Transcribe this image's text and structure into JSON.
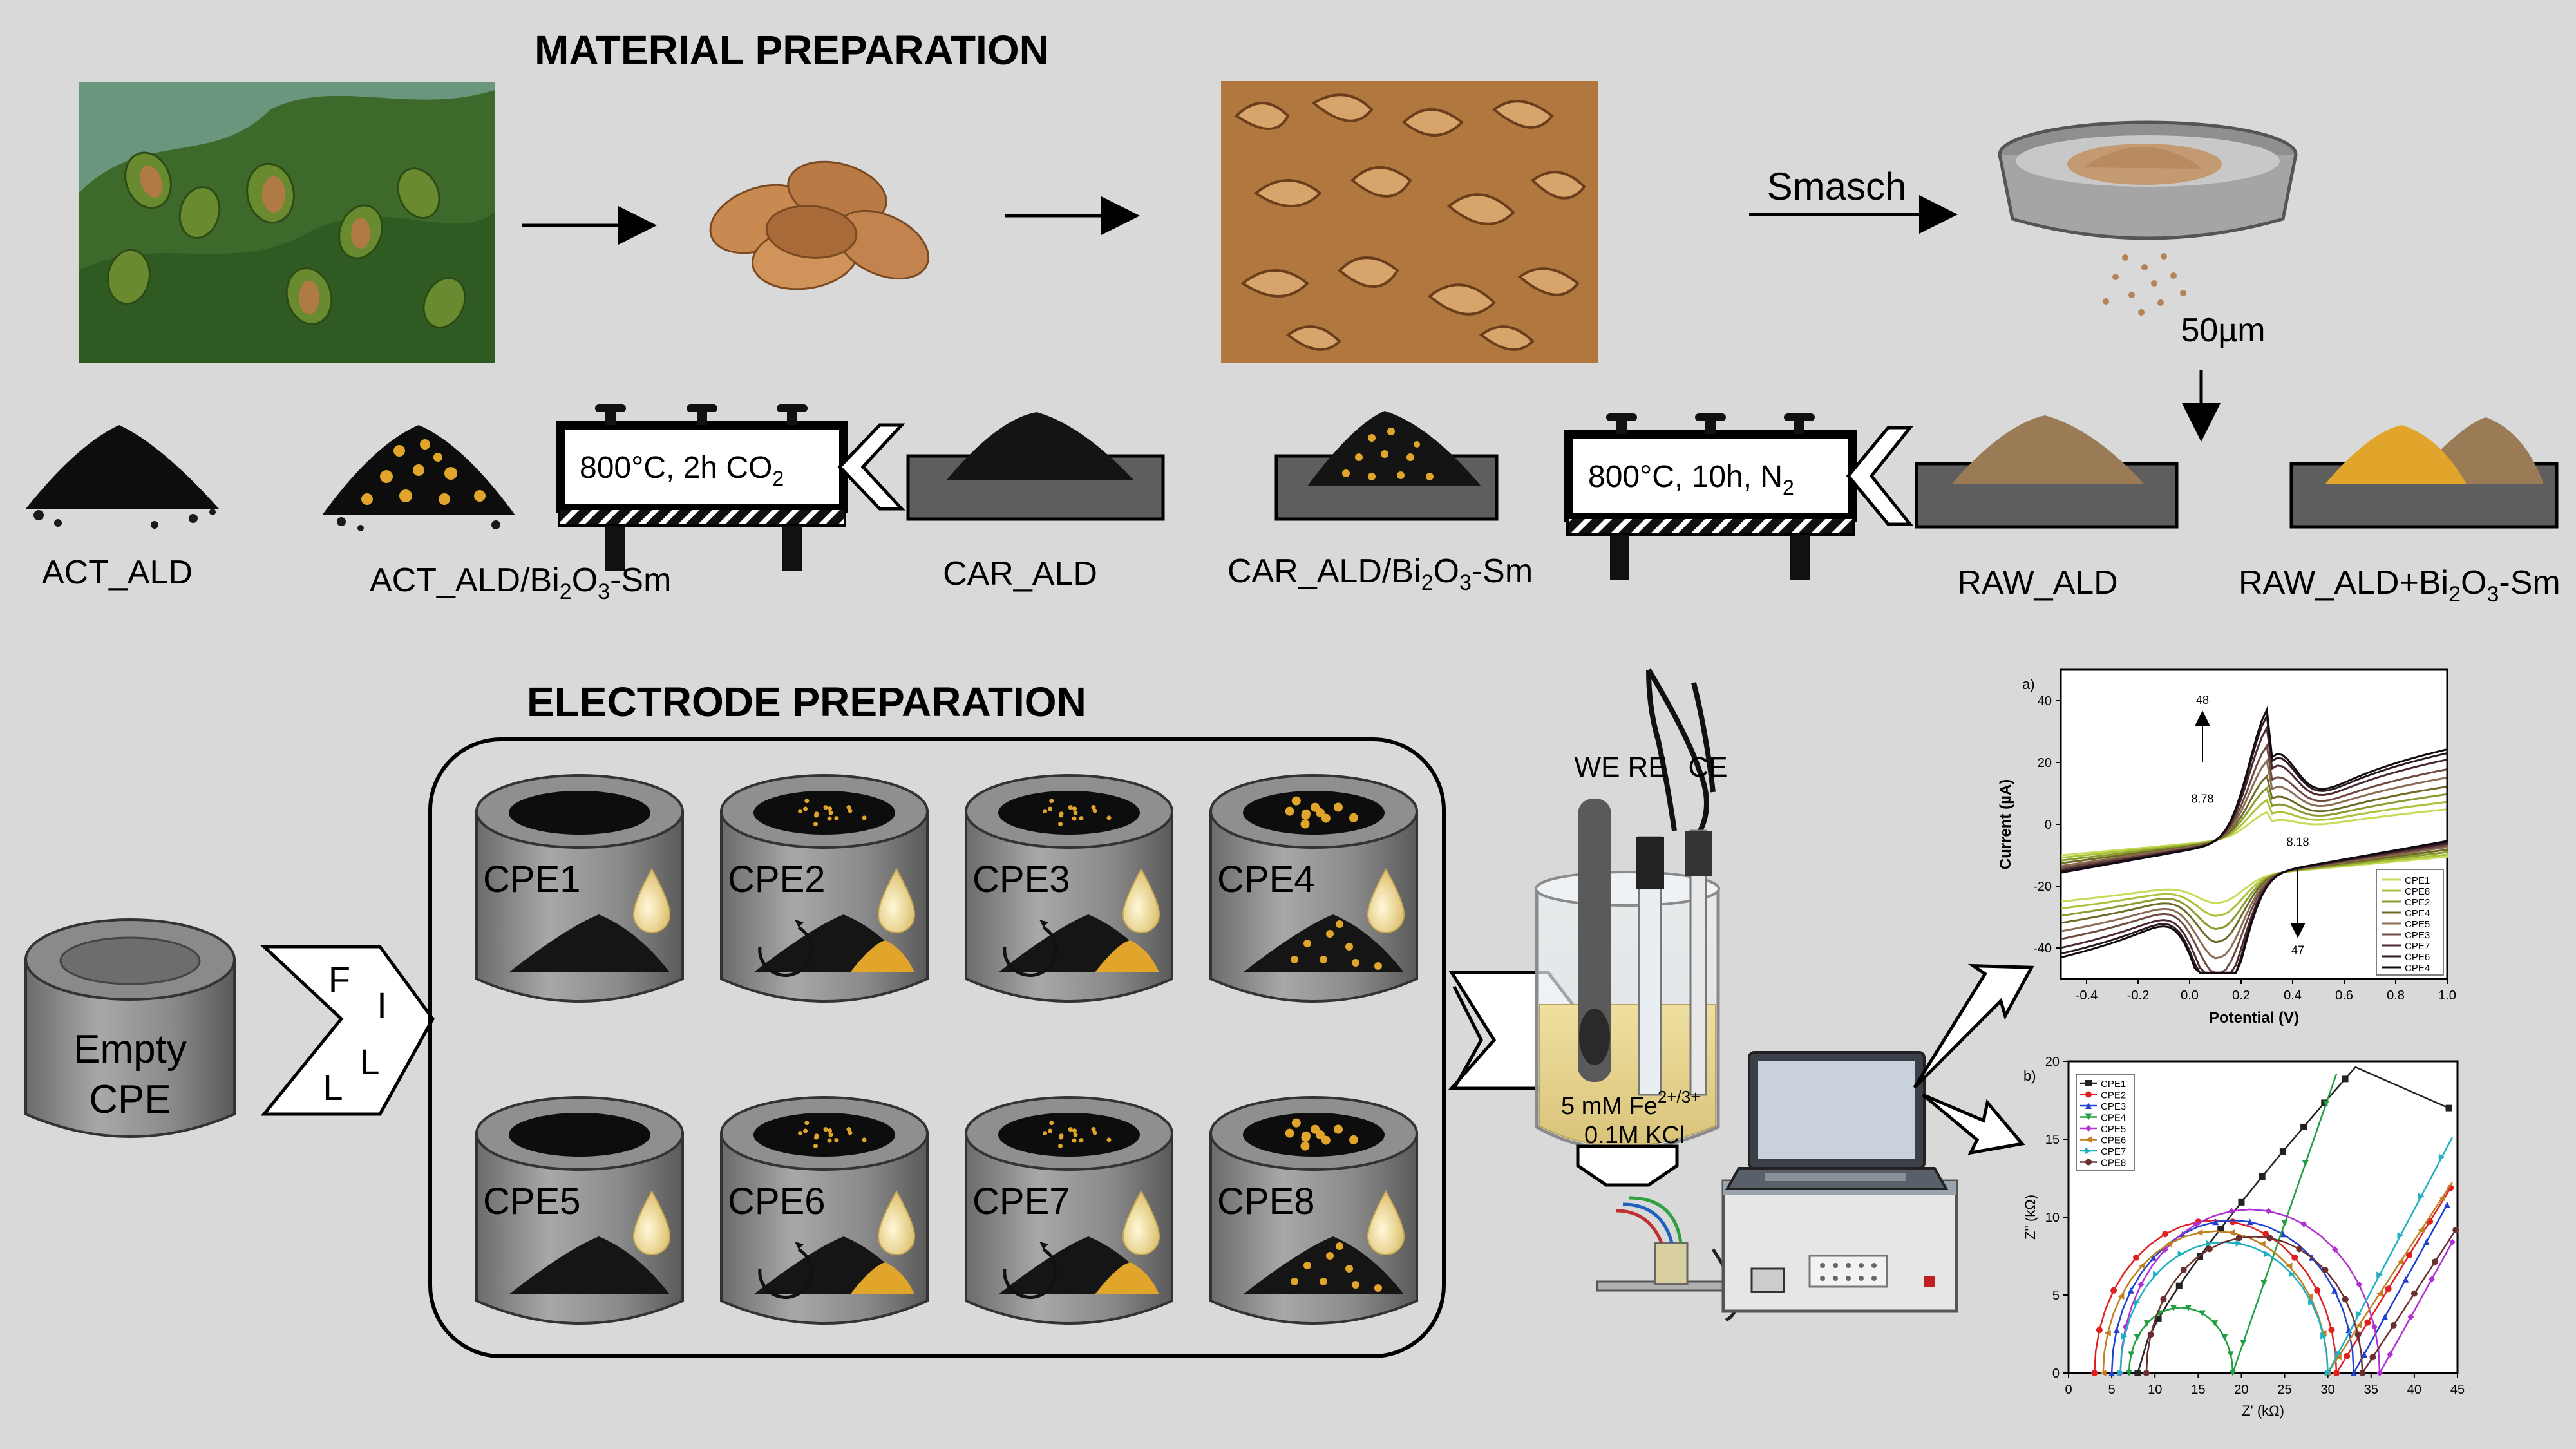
{
  "sections": {
    "material": "MATERIAL PREPARATION",
    "electrode": "ELECTRODE PREPARATION"
  },
  "steps": {
    "smash": "Smasch",
    "sieve": "50µm",
    "furnace_n2": "800°C, 10h, N",
    "furnace_n2_sub": "2",
    "furnace_co2": "800°C, 2h CO",
    "furnace_co2_sub": "2"
  },
  "materials": {
    "act": "ACT_ALD",
    "act_bi_a": "ACT_ALD/Bi",
    "act_bi_b": "O",
    "act_bi_c": "-Sm",
    "car": "CAR_ALD",
    "car_bi_a": "CAR_ALD/Bi",
    "car_bi_b": "O",
    "car_bi_c": "-Sm",
    "raw": "RAW_ALD",
    "raw_bi_a": "RAW_ALD+Bi",
    "raw_bi_b": "O",
    "raw_bi_c": "-Sm",
    "sub2": "2",
    "sub3": "3"
  },
  "electrodes": {
    "empty_line1": "Empty",
    "empty_line2": "CPE",
    "fill_letters": [
      "F",
      "I",
      "L",
      "L"
    ],
    "cpe_labels": [
      "CPE1",
      "CPE2",
      "CPE3",
      "CPE4",
      "CPE5",
      "CPE6",
      "CPE7",
      "CPE8"
    ]
  },
  "cell": {
    "we": "WE",
    "re": "RE",
    "ce": "CE",
    "solution_a": "5 mM Fe",
    "solution_sup": "2+/3+",
    "solution_b": "0.1M KCl"
  },
  "colors": {
    "background": "#d9d9d9",
    "raw_powder": "#9b7b55",
    "bi2o3": "#e0a52a",
    "carbon": "#111111"
  },
  "chart_data": [
    {
      "type": "line",
      "panel_label": "a)",
      "xlabel": "Potential (V)",
      "ylabel": "Current (µA)",
      "xlim": [
        -0.5,
        1.0
      ],
      "ylim": [
        -50,
        50
      ],
      "xticks": [
        "-0.4",
        "-0.2",
        "0.0",
        "0.2",
        "0.4",
        "0.6",
        "0.8",
        "1.0"
      ],
      "yticks": [
        "40",
        "20",
        "0",
        "-20",
        "-40"
      ],
      "annotations": [
        "48",
        "8.78",
        "8.18",
        "47"
      ],
      "legend_position": "bottom-right",
      "series": [
        {
          "name": "CPE1",
          "color": "#c8dc5a",
          "peak": 8,
          "scale": 0.55
        },
        {
          "name": "CPE8",
          "color": "#a9c23a",
          "peak": 12,
          "scale": 0.62
        },
        {
          "name": "CPE2",
          "color": "#8a9a2e",
          "peak": 16,
          "scale": 0.7
        },
        {
          "name": "CPE4",
          "color": "#6d6a25",
          "peak": 20,
          "scale": 0.78
        },
        {
          "name": "CPE5",
          "color": "#8c6c55",
          "peak": 25,
          "scale": 0.86
        },
        {
          "name": "CPE3",
          "color": "#6e4a40",
          "peak": 30,
          "scale": 0.92
        },
        {
          "name": "CPE7",
          "color": "#4a2a30",
          "peak": 36,
          "scale": 0.98
        },
        {
          "name": "CPE6",
          "color": "#2b1a24",
          "peak": 40,
          "scale": 1.02
        },
        {
          "name": "CPE4",
          "color": "#120a10",
          "peak": 42,
          "scale": 1.06
        }
      ]
    },
    {
      "type": "scatter",
      "panel_label": "b)",
      "xlabel": "Z' (kΩ)",
      "ylabel": "Z'' (kΩ)",
      "xlim": [
        0,
        45
      ],
      "ylim": [
        0,
        20
      ],
      "xticks": [
        "0",
        "5",
        "10",
        "15",
        "20",
        "25",
        "30",
        "35",
        "40",
        "45"
      ],
      "yticks": [
        "0",
        "5",
        "10",
        "15",
        "20"
      ],
      "legend_position": "top-left",
      "series": [
        {
          "name": "CPE1",
          "color": "#222222",
          "marker": "square",
          "r0": 8,
          "rct": 0,
          "tail": 0.32
        },
        {
          "name": "CPE2",
          "color": "#e02020",
          "marker": "circle",
          "r0": 3,
          "rct": 28,
          "tail": 0.9
        },
        {
          "name": "CPE3",
          "color": "#2040d0",
          "marker": "triangle",
          "r0": 5,
          "rct": 28,
          "tail": 1.0
        },
        {
          "name": "CPE4",
          "color": "#20a040",
          "marker": "triangle-down",
          "r0": 7,
          "rct": 12,
          "tail": 1.6
        },
        {
          "name": "CPE5",
          "color": "#b030d0",
          "marker": "diamond",
          "r0": 6,
          "rct": 30,
          "tail": 1.0
        },
        {
          "name": "CPE6",
          "color": "#c08020",
          "marker": "triangle-left",
          "r0": 4,
          "rct": 26,
          "tail": 0.85
        },
        {
          "name": "CPE7",
          "color": "#20b0c0",
          "marker": "triangle-right",
          "r0": 6,
          "rct": 24,
          "tail": 1.05
        },
        {
          "name": "CPE8",
          "color": "#6a3030",
          "marker": "circle",
          "r0": 9,
          "rct": 25,
          "tail": 0.85
        }
      ]
    }
  ]
}
